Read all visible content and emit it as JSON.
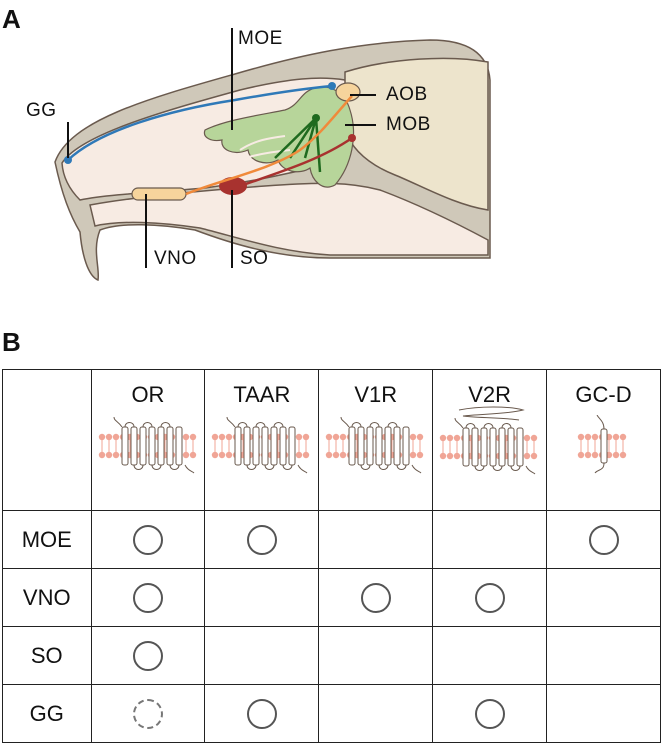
{
  "panels": {
    "a": "A",
    "b": "B"
  },
  "anatomy": {
    "labels": {
      "moe": "MOE",
      "gg": "GG",
      "aob": "AOB",
      "mob": "MOB",
      "vno": "VNO",
      "so": "SO"
    },
    "colors": {
      "tissue": "#f7ebe3",
      "bone": "#cfc8b9",
      "outline": "#6a5a4e",
      "olfactory_epithelium": "#b7d59a",
      "vno": "#f6d49c",
      "gg_axon": "#2f79b8",
      "moe_axon": "#1f6a1f",
      "vno_axon": "#f08a3b",
      "so_axon": "#a8322f"
    }
  },
  "table": {
    "columns": [
      "OR",
      "TAAR",
      "V1R",
      "V2R",
      "GC-D"
    ],
    "rows": [
      {
        "label": "MOE",
        "marks": [
          "solid",
          "solid",
          "none",
          "none",
          "solid"
        ]
      },
      {
        "label": "VNO",
        "marks": [
          "solid",
          "none",
          "solid",
          "solid",
          "none"
        ]
      },
      {
        "label": "SO",
        "marks": [
          "solid",
          "none",
          "none",
          "none",
          "none"
        ]
      },
      {
        "label": "GG",
        "marks": [
          "dashed",
          "solid",
          "none",
          "solid",
          "none"
        ]
      }
    ],
    "receptor_icons": [
      "seven-tm-icon",
      "seven-tm-icon",
      "seven-tm-icon",
      "seven-tm-with-extracellular-domain-icon",
      "single-tm-icon"
    ]
  }
}
